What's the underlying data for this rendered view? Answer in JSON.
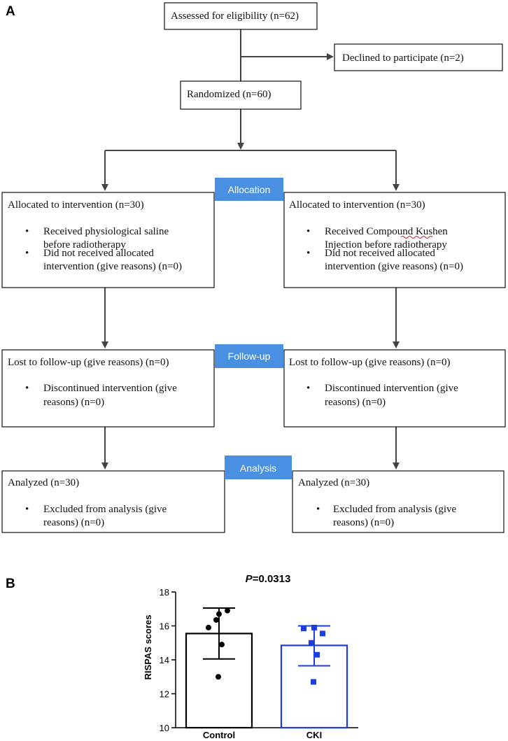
{
  "panel_a_label": "A",
  "panel_b_label": "B",
  "flow": {
    "assessed": "Assessed for eligibility (n=62)",
    "declined": "Declined to participate (n=2)",
    "randomized": "Randomized (n=60)",
    "stages": {
      "allocation": "Allocation",
      "followup": "Follow-up",
      "analysis": "Analysis"
    },
    "left": {
      "allocation": {
        "heading": "Allocated to intervention (n=30)",
        "bullet1": [
          "Received physiological saline",
          "before radiotherapy"
        ],
        "bullet2": [
          "Did not received allocated",
          "intervention (give reasons) (n=0)"
        ]
      },
      "followup": {
        "heading": "Lost to follow-up (give reasons) (n=0)",
        "bullet1": [
          "Discontinued intervention (give",
          "reasons) (n=0)"
        ]
      },
      "analysis": {
        "heading": "Analyzed (n=30)",
        "bullet1": [
          "Excluded from analysis (give",
          "reasons) (n=0)"
        ]
      }
    },
    "right": {
      "allocation": {
        "heading": "Allocated to intervention (n=30)",
        "bullet1": [
          "Received Compound Kushen",
          "Injection before radiotherapy"
        ],
        "bullet2": [
          "Did not received allocated",
          "intervention (give reasons) (n=0)"
        ]
      },
      "followup": {
        "heading": "Lost to follow-up (give reasons) (n=0)",
        "bullet1": [
          "Discontinued intervention (give",
          "reasons) (n=0)"
        ]
      },
      "analysis": {
        "heading": "Analyzed (n=30)",
        "bullet1": [
          "Excluded from analysis (give",
          "reasons) (n=0)"
        ]
      }
    }
  },
  "chart_data": {
    "type": "bar",
    "title_italic": "P",
    "title_rest": "=0.0313",
    "categories": [
      "Control",
      "CKI"
    ],
    "ylabel": "RISPAS scores",
    "ylim": [
      10,
      18
    ],
    "yticks": [
      10,
      12,
      14,
      16,
      18
    ],
    "series": [
      {
        "name": "Control",
        "mean": 15.55,
        "sd_low": 14.05,
        "sd_high": 17.05,
        "points": [
          15.9,
          16.7,
          16.9,
          16.35,
          14.9,
          13.0
        ],
        "color": "#000000",
        "marker": "circle"
      },
      {
        "name": "CKI",
        "mean": 14.85,
        "sd_low": 13.65,
        "sd_high": 16.0,
        "points": [
          15.85,
          15.9,
          15.55,
          15.0,
          14.3,
          12.7
        ],
        "color": "#1a3fe0",
        "marker": "square"
      }
    ]
  }
}
